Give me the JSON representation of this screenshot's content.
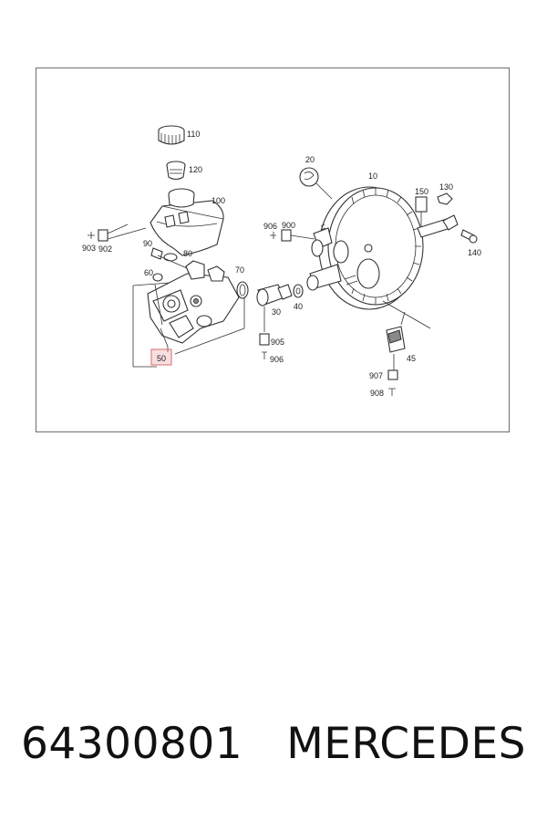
{
  "diagram": {
    "part_labels": {
      "p110": "110",
      "p120": "120",
      "p100": "100",
      "p903": "903",
      "p902": "902",
      "p90": "90",
      "p80": "80",
      "p60": "60",
      "p70": "70",
      "p50": "50",
      "p20": "20",
      "p10": "10",
      "p150": "150",
      "p130": "130",
      "p906a": "906",
      "p900": "900",
      "p140": "140",
      "p30": "30",
      "p40": "40",
      "p905": "905",
      "p906b": "906",
      "p45": "45",
      "p907": "907",
      "p908": "908"
    },
    "highlighted_part": "50",
    "highlight_color": "#d96c6c"
  },
  "caption": {
    "part_number": "64300801",
    "brand": "MERCEDES"
  }
}
